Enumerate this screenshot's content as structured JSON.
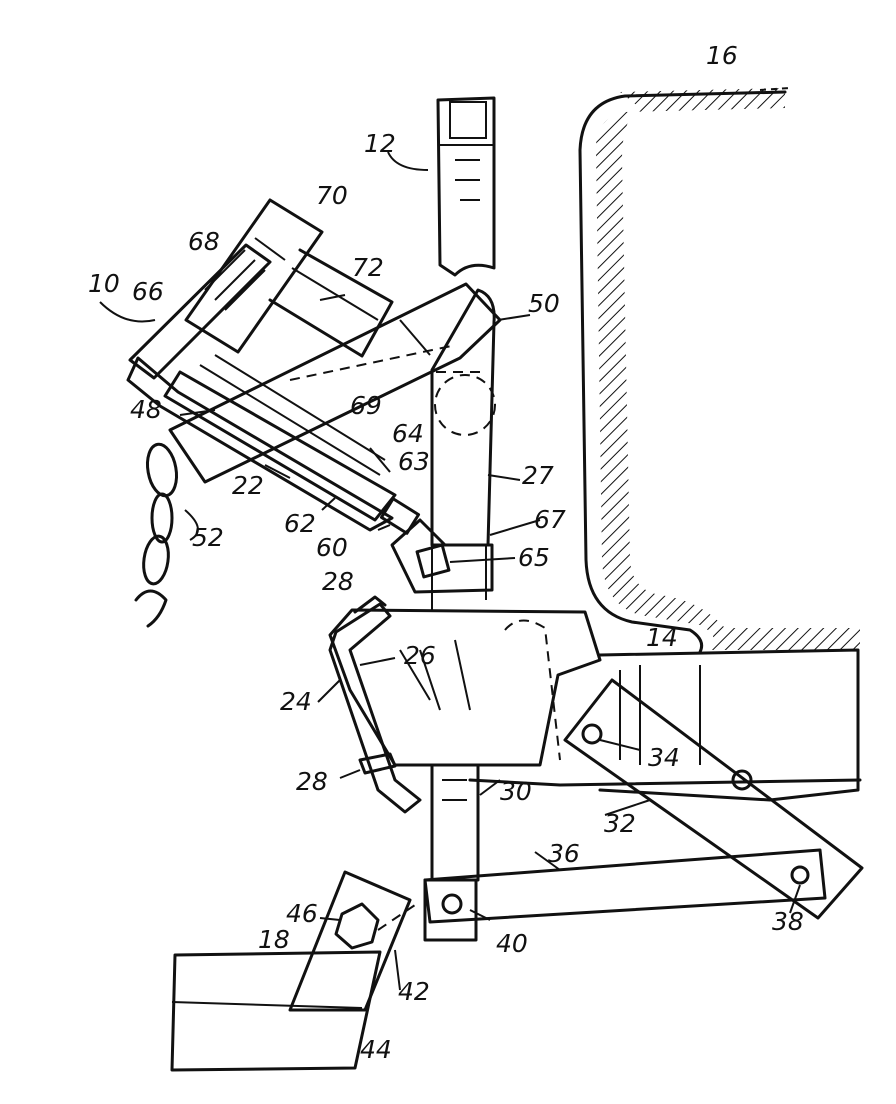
{
  "figure": {
    "reference_numerals": [
      {
        "id": "n16",
        "text": "16"
      },
      {
        "id": "n12",
        "text": "12"
      },
      {
        "id": "n70",
        "text": "70"
      },
      {
        "id": "n68",
        "text": "68"
      },
      {
        "id": "n72",
        "text": "72"
      },
      {
        "id": "n10",
        "text": "10"
      },
      {
        "id": "n66",
        "text": "66"
      },
      {
        "id": "n50",
        "text": "50"
      },
      {
        "id": "n48",
        "text": "48"
      },
      {
        "id": "n69",
        "text": "69"
      },
      {
        "id": "n64",
        "text": "64"
      },
      {
        "id": "n63",
        "text": "63"
      },
      {
        "id": "n27",
        "text": "27"
      },
      {
        "id": "n22",
        "text": "22"
      },
      {
        "id": "n52",
        "text": "52"
      },
      {
        "id": "n62",
        "text": "62"
      },
      {
        "id": "n60",
        "text": "60"
      },
      {
        "id": "n67",
        "text": "67"
      },
      {
        "id": "n65",
        "text": "65"
      },
      {
        "id": "n28a",
        "text": "28"
      },
      {
        "id": "n26",
        "text": "26"
      },
      {
        "id": "n14",
        "text": "14"
      },
      {
        "id": "n24",
        "text": "24"
      },
      {
        "id": "n34",
        "text": "34"
      },
      {
        "id": "n28b",
        "text": "28"
      },
      {
        "id": "n30",
        "text": "30"
      },
      {
        "id": "n32",
        "text": "32"
      },
      {
        "id": "n36",
        "text": "36"
      },
      {
        "id": "n46",
        "text": "46"
      },
      {
        "id": "n18",
        "text": "18"
      },
      {
        "id": "n40",
        "text": "40"
      },
      {
        "id": "n38",
        "text": "38"
      },
      {
        "id": "n42",
        "text": "42"
      },
      {
        "id": "n44",
        "text": "44"
      }
    ]
  }
}
